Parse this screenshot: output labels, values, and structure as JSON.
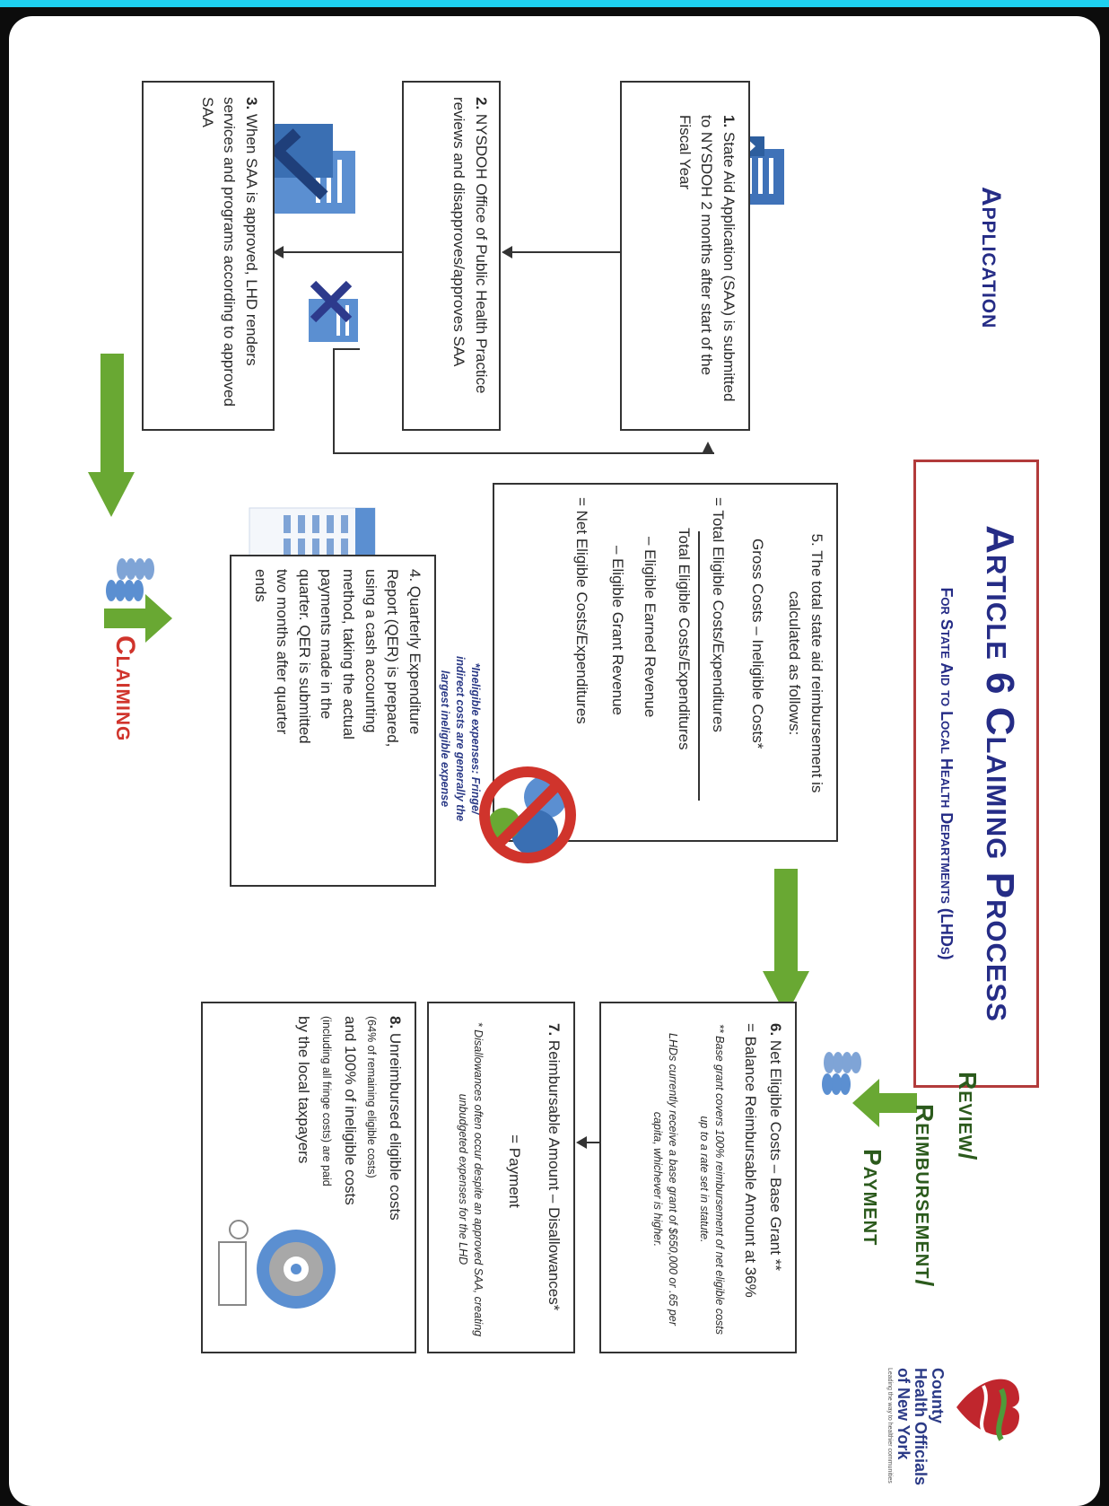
{
  "title": "Article 6 Claiming Process",
  "subtitle": "For State Aid to Local Health Departments (LHDs)",
  "sections": {
    "application": "Application",
    "claiming": "Claiming",
    "review": "Review/",
    "reimbursement": "Reimbursement/",
    "payment": "Payment"
  },
  "logo": {
    "line1": "County",
    "line2": "Health Officials",
    "line3": "of New York",
    "tagline": "Leading the way to healthier communities"
  },
  "steps": {
    "s1": {
      "num": "1.",
      "text": "State Aid Application (SAA) is submitted to NYSDOH 2 months after start of the Fiscal Year"
    },
    "s2": {
      "num": "2.",
      "text": "NYSDOH Office of Public Health Practice reviews and disapproves/approves SAA"
    },
    "s3": {
      "num": "3.",
      "text": "When SAA is approved, LHD renders services and programs according to approved SAA"
    },
    "s4": {
      "num": "4.",
      "text": "Quarterly Expenditure Report (QER) is prepared, using a cash accounting method, taking the actual payments made in the quarter. QER is submitted two months after quarter ends"
    },
    "s5": {
      "num": "5.",
      "intro": "The total state aid reimbursement is calculated as follows:",
      "line1": "Gross Costs – Ineligible Costs*",
      "line2": "= Total Eligible Costs/Expenditures",
      "line3": "Total Eligible Costs/Expenditures",
      "line4": "– Eligible Earned Revenue",
      "line5": "– Eligible Grant Revenue",
      "line6": "= Net Eligible Costs/Expenditures",
      "footnote": "*Ineligible expenses: Fringe/ indirect costs are generally the largest ineligible expense"
    },
    "s6": {
      "num": "6.",
      "line1": "Net Eligible Costs – Base Grant **",
      "line2": "= Balance Reimbursable Amount at 36%",
      "note1": "** Base grant covers 100% reimbursement of net eligible costs up to a rate set in statute.",
      "note2": "LHDs currently receive a base grant of $650,000 or .65 per capita, whichever is higher."
    },
    "s7": {
      "num": "7.",
      "line1": "Reimbursable Amount – Disallowances*",
      "line2": "= Payment",
      "note": "* Disallowances often occur despite an approved SAA, creating unbudgeted expenses for the LHD"
    },
    "s8": {
      "num": "8.",
      "line1": "Unreimbursed eligible costs",
      "line2": "(64% of remaining eligible costs)",
      "line3": "and 100% of ineligible costs",
      "line4": "(including all fringe costs) are paid",
      "line5": "by the local taxpayers"
    }
  },
  "colors": {
    "navy": "#252c86",
    "red": "#d0342c",
    "green": "#69a833",
    "darkgreen": "#2b5a1c",
    "blue": "#4a7ec4",
    "titleBorder": "#b23b3b"
  },
  "icons": [
    "application-document-icon",
    "approved-document-icon",
    "rejected-document-icon",
    "spreadsheet-icon",
    "coins-icon",
    "no-fringe-costs-icon",
    "taxpayer-icon",
    "cho-logo-icon"
  ]
}
